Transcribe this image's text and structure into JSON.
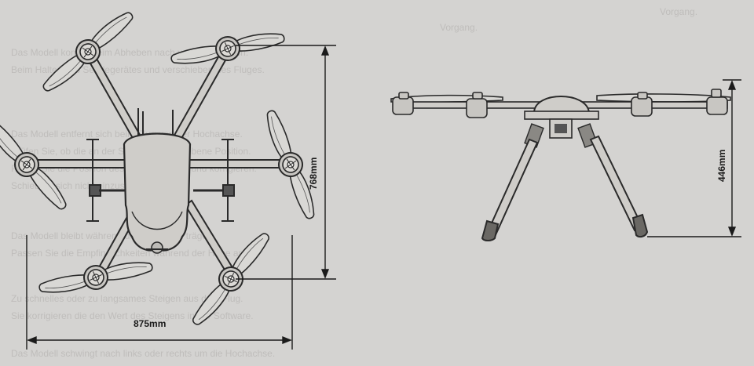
{
  "diagram": {
    "dimensions": {
      "width": "875mm",
      "height_top_view": "768mm",
      "height_side_view": "446mm"
    },
    "colors": {
      "paper": "#d4d3d1",
      "ink": "#2a2a2a",
      "fill": "#cfcdc9"
    }
  }
}
